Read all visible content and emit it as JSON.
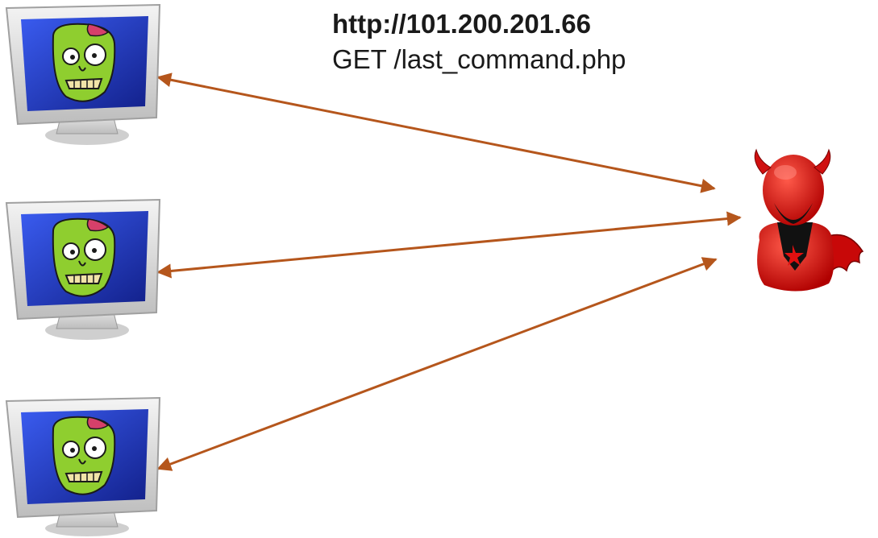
{
  "caption": {
    "url": "http://101.200.201.66",
    "request": "GET /last_command.php"
  },
  "nodes": {
    "bots": [
      {
        "name": "zombie-computer-1"
      },
      {
        "name": "zombie-computer-2"
      },
      {
        "name": "zombie-computer-3"
      }
    ],
    "server": {
      "name": "devil-cnc-server"
    }
  },
  "colors": {
    "arrow": "#B5561C",
    "screen": "#1f3fb8",
    "zombie_skin": "#8fce2f",
    "devil": "#e01010"
  }
}
